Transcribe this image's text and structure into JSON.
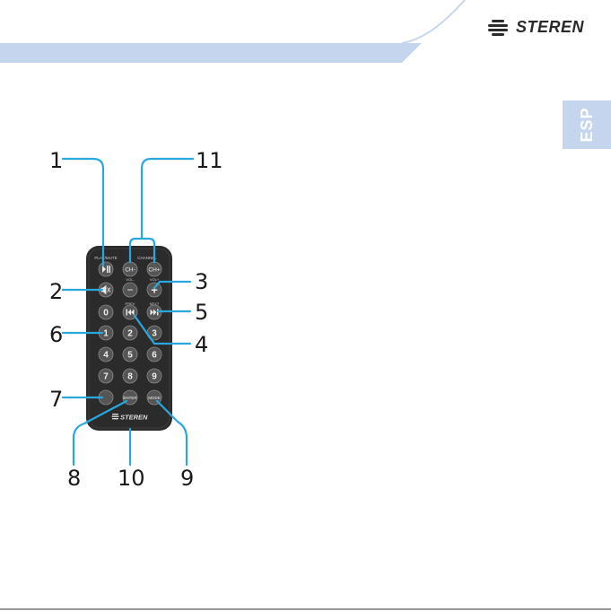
{
  "brand": {
    "name": "STEREN"
  },
  "tab": {
    "label": "ESP"
  },
  "remote": {
    "top_labels": {
      "play_mute": "PLAY/MUTE",
      "channel": "CHANNEL"
    },
    "sub_labels": {
      "vol_minus": "VOL-",
      "vol_plus": "VOL+",
      "prev": "PREV",
      "next": "NEXT"
    },
    "buttons": {
      "ch_minus": "CH-",
      "ch_plus": "CH+",
      "vol_minus": "−",
      "vol_plus": "+",
      "num0": "0",
      "num1": "1",
      "num2": "2",
      "num3": "3",
      "num4": "4",
      "num5": "5",
      "num6": "6",
      "num7": "7",
      "num8": "8",
      "num9": "9",
      "enter": "ENTER",
      "mode": "MODE"
    },
    "logo": "STEREN"
  },
  "callouts": {
    "c1": "1",
    "c2": "2",
    "c3": "3",
    "c4": "4",
    "c5": "5",
    "c6": "6",
    "c7": "7",
    "c8": "8",
    "c9": "9",
    "c10": "10",
    "c11": "11"
  },
  "colors": {
    "header_bar": "#c5d5ee",
    "callout_line": "#29a8e0",
    "remote_body": "#2b2b2b",
    "button": "#555555"
  }
}
